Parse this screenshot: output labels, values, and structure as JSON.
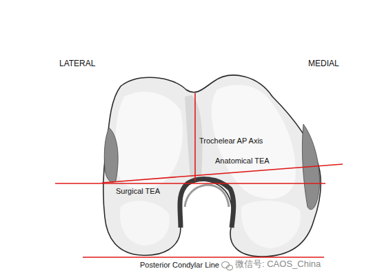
{
  "diagram": {
    "labels": [
      "LATERAL",
      "MEDIAL",
      "Trochelear AP Axis",
      "Anatomical TEA",
      "Surgical TEA",
      "Posterior Condylar Line",
      "微信号: CAOS_China"
    ]
  }
}
